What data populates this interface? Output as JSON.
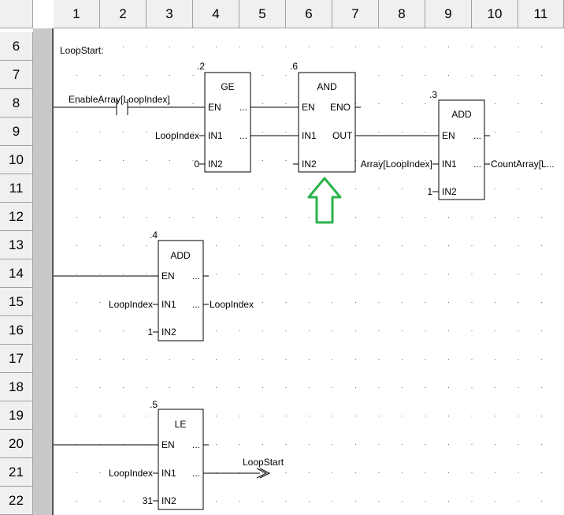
{
  "columns": [
    "1",
    "2",
    "3",
    "4",
    "5",
    "6",
    "7",
    "8",
    "9",
    "10",
    "11"
  ],
  "rows": [
    "6",
    "7",
    "8",
    "9",
    "10",
    "11",
    "12",
    "13",
    "14",
    "15",
    "16",
    "17",
    "18",
    "19",
    "20",
    "21",
    "22"
  ],
  "label": "LoopStart:",
  "contact": {
    "name": "EnableArray[LoopIndex]"
  },
  "blocks": {
    "ge": {
      "num": ".2",
      "title": "GE",
      "en": "EN",
      "in1": "IN1",
      "in2": "IN2",
      "dots1": "...",
      "dots2": "...",
      "in1_var": "LoopIndex",
      "in2_var": "0"
    },
    "and": {
      "num": ".6",
      "title": "AND",
      "en": "EN",
      "eno": "ENO",
      "in1": "IN1",
      "out": "OUT",
      "in2": "IN2",
      "out_var": "Array[LoopIndex]"
    },
    "add3": {
      "num": ".3",
      "title": "ADD",
      "en": "EN",
      "in1": "IN1",
      "in2": "IN2",
      "dots1": "...",
      "dots2": "...",
      "out_var": "CountArray[L...",
      "in2_var": "1"
    },
    "add4": {
      "num": ".4",
      "title": "ADD",
      "en": "EN",
      "in1": "IN1",
      "in2": "IN2",
      "dots1": "...",
      "dots2": "...",
      "in1_var": "LoopIndex",
      "out_var": "LoopIndex",
      "in2_var": "1"
    },
    "le": {
      "num": ".5",
      "title": "LE",
      "en": "EN",
      "in1": "IN1",
      "in2": "IN2",
      "dots1": "...",
      "dots2": "...",
      "in1_var": "LoopIndex",
      "in2_var": "31"
    }
  },
  "jump": {
    "target": "LoopStart"
  },
  "colors": {
    "arrow": "#2bb24c",
    "grid_header": "#f0f0f0",
    "rail": "#c8c8c8"
  }
}
